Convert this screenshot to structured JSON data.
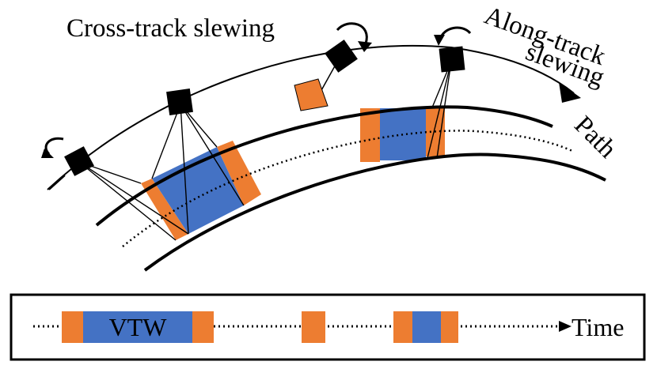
{
  "labels": {
    "cross_track": "Cross-track slewing",
    "along_track_line1": "Along-track",
    "along_track_line2": "slewing",
    "path": "Path"
  },
  "legend": {
    "vtw_label": "VTW",
    "time_label": "Time"
  },
  "colors": {
    "orange": "#ED7D31",
    "blue": "#4472C4",
    "black": "#000000"
  }
}
